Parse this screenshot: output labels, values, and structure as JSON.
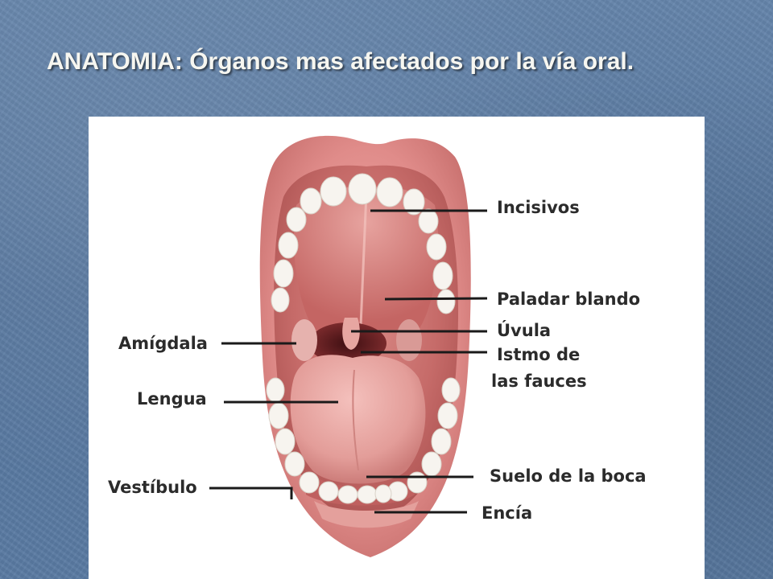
{
  "slide": {
    "title": "ANATOMIA:  Órganos mas afectados  por la vía oral.",
    "background_color": "#5d7fa6"
  },
  "diagram": {
    "labels": {
      "incisivos": "Incisivos",
      "paladar_blando": "Paladar blando",
      "uvula": "Úvula",
      "istmo_line1": "Istmo de",
      "istmo_line2": "las fauces",
      "amigdala": "Amígdala",
      "lengua": "Lengua",
      "vestibulo": "Vestíbulo",
      "suelo_boca": "Suelo de la boca",
      "encia": "Encía"
    },
    "colors": {
      "lips": "#e08c8a",
      "mouth_interior": "#c86a6a",
      "throat": "#6e2426",
      "tongue": "#e9a3a0",
      "teeth": "#f7f4ef",
      "leader_lines": "#1a1a1a"
    }
  }
}
